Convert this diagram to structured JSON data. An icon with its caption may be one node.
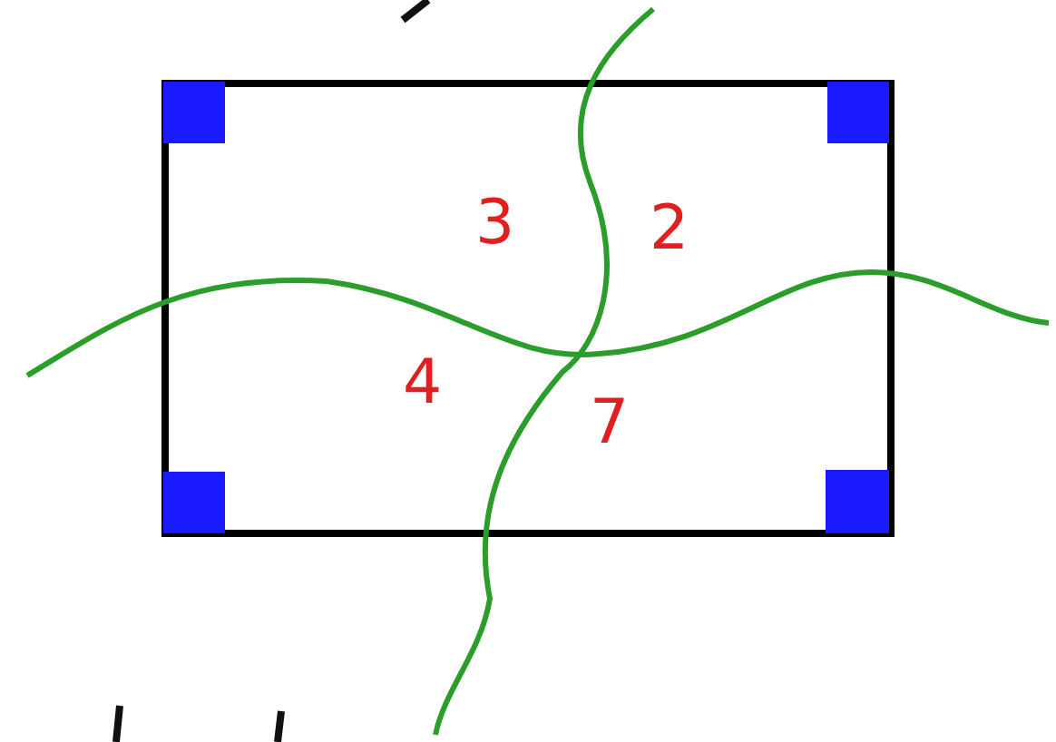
{
  "diagram": {
    "labels": [
      "3",
      "2",
      "4",
      "7"
    ]
  }
}
